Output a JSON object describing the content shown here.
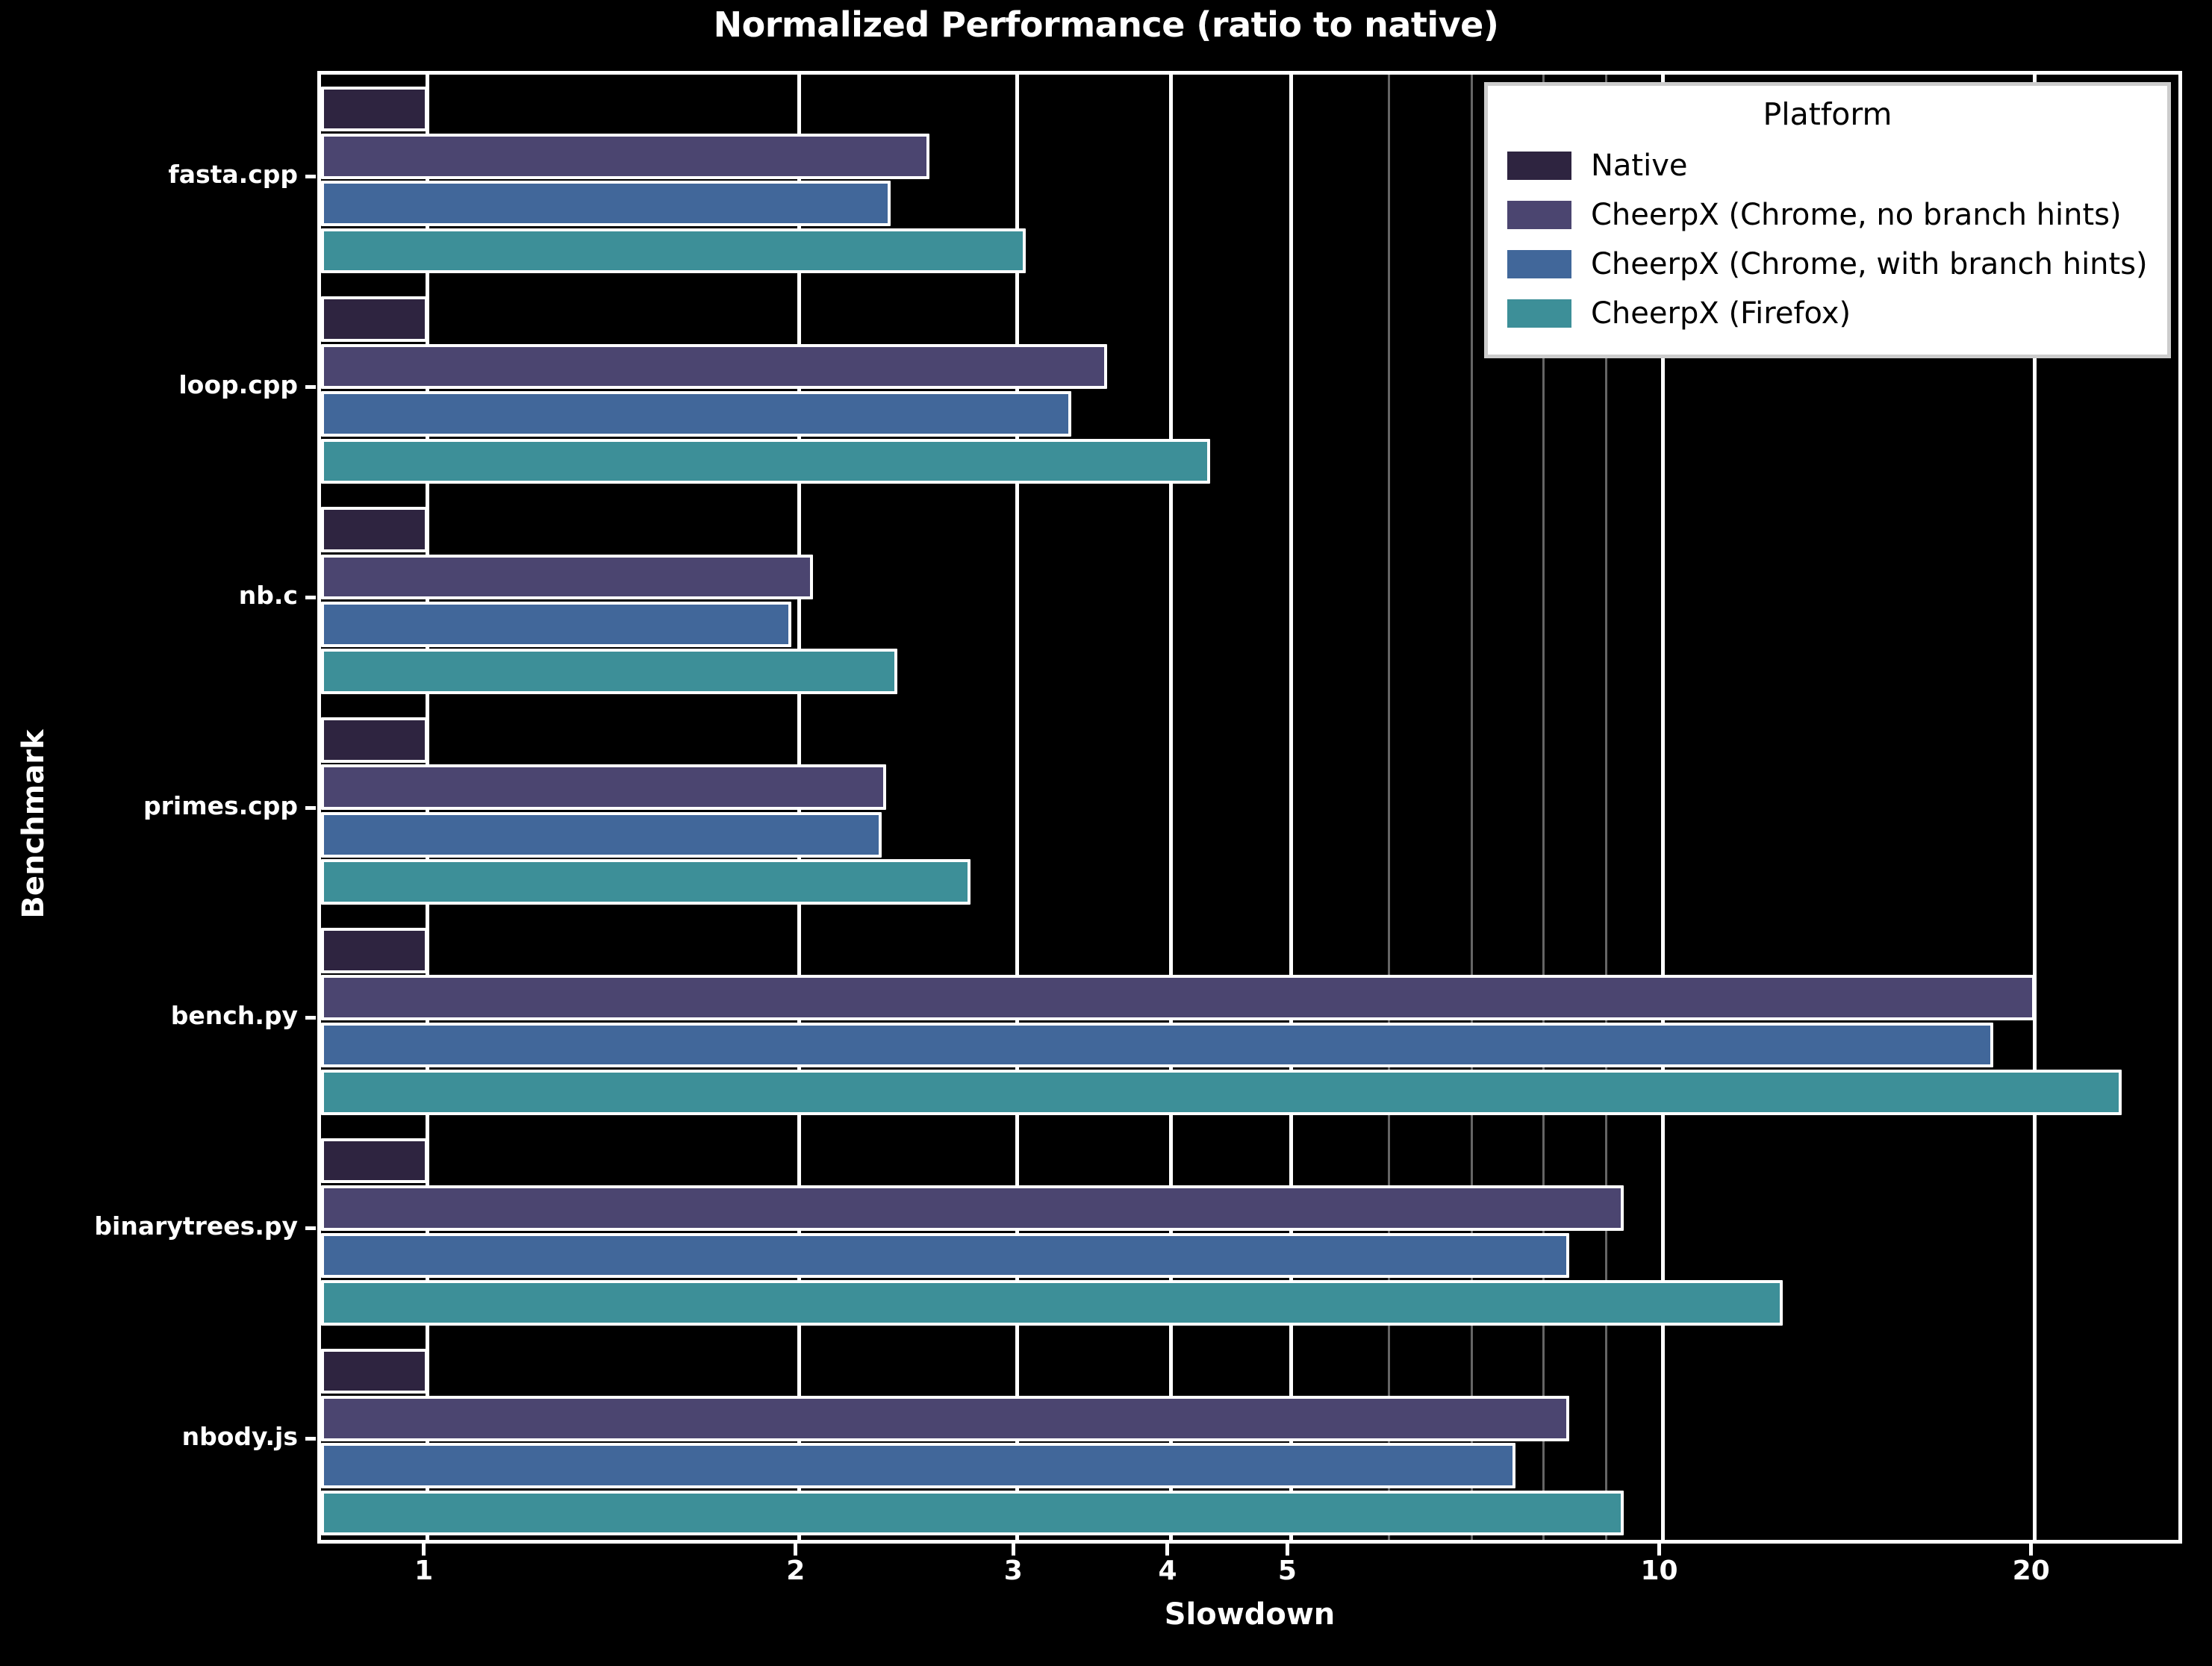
{
  "chart_data": {
    "type": "bar",
    "orientation": "horizontal",
    "title": "Normalized Performance (ratio to native)",
    "xlabel": "Slowdown",
    "ylabel": "Benchmark",
    "xscale": "log",
    "xlim": [
      0.82,
      26.5
    ],
    "grid": true,
    "legend_position": "upper right",
    "legend_title": "Platform",
    "xticks": [
      1,
      2,
      3,
      4,
      5,
      10,
      20
    ],
    "xticklabels": [
      "1",
      "2",
      "3",
      "4",
      "5",
      "10",
      "20"
    ],
    "categories": [
      "fasta.cpp",
      "loop.cpp",
      "nb.c",
      "primes.cpp",
      "bench.py",
      "binarytrees.py",
      "nbody.js"
    ],
    "series": [
      {
        "name": "Native",
        "color": "#2e2440",
        "values": [
          1.0,
          1.0,
          1.0,
          1.0,
          1.0,
          1.0,
          1.0
        ]
      },
      {
        "name": "CheerpX (Chrome, no branch hints)",
        "color": "#4b4570",
        "values": [
          2.55,
          3.55,
          2.05,
          2.35,
          20.0,
          9.3,
          8.4
        ]
      },
      {
        "name": "CheerpX (Chrome, with branch hints)",
        "color": "#41679a",
        "values": [
          2.37,
          3.32,
          1.97,
          2.33,
          18.5,
          8.4,
          7.6
        ]
      },
      {
        "name": "CheerpX (Firefox)",
        "color": "#3d8f98",
        "values": [
          3.05,
          4.3,
          2.4,
          2.75,
          23.5,
          12.5,
          9.3
        ]
      }
    ]
  },
  "figure": {
    "background_color": "#000000",
    "foreground_color": "#ffffff",
    "bar_edge_color": "#ffffff"
  },
  "legend": {
    "title": "Platform",
    "entries": [
      {
        "label": "Native",
        "color": "#2e2440"
      },
      {
        "label": "CheerpX (Chrome, no branch hints)",
        "color": "#4b4570"
      },
      {
        "label": "CheerpX (Chrome, with branch hints)",
        "color": "#41679a"
      },
      {
        "label": "CheerpX (Firefox)",
        "color": "#3d8f98"
      }
    ]
  }
}
